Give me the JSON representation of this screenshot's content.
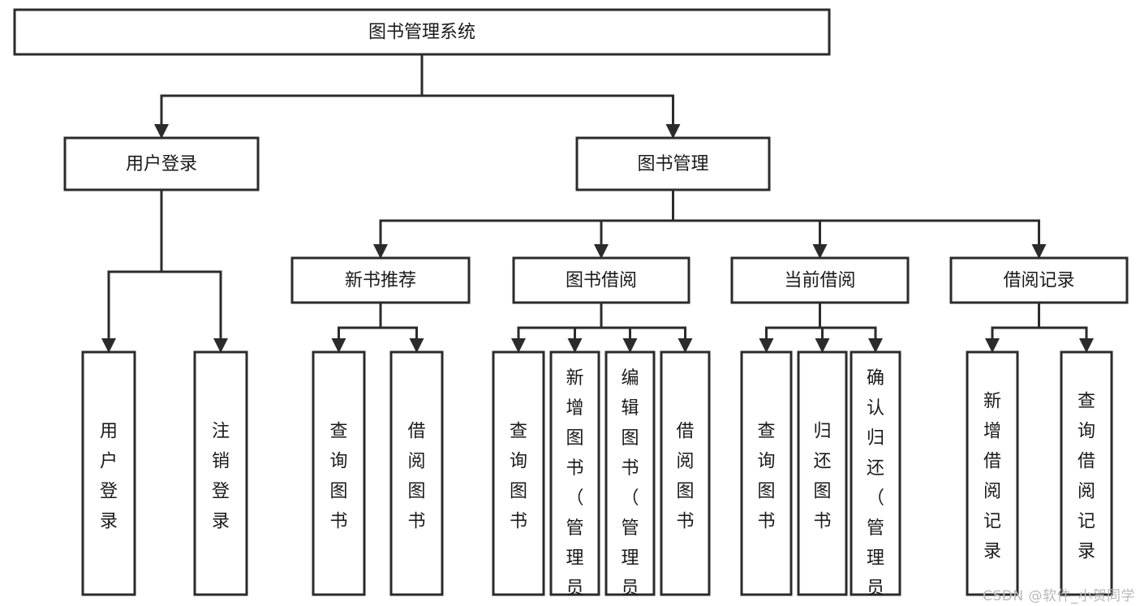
{
  "diagram": {
    "title": "图书管理系统",
    "type": "tree",
    "watermark": "CSDN @软件_小贺同学",
    "colors": {
      "stroke": "#2b2b2b",
      "fill": "#ffffff",
      "text": "#1a1a1a",
      "watermark": "#b9b9b9"
    },
    "nodes": {
      "root": {
        "label": "图书管理系统",
        "orientation": "horizontal"
      },
      "level2": [
        {
          "id": "user-login",
          "label": "用户登录",
          "orientation": "horizontal"
        },
        {
          "id": "book-manage",
          "label": "图书管理",
          "orientation": "horizontal"
        }
      ],
      "level3": [
        {
          "id": "new-book-recommend",
          "label": "新书推荐",
          "orientation": "horizontal"
        },
        {
          "id": "book-borrow",
          "label": "图书借阅",
          "orientation": "horizontal"
        },
        {
          "id": "current-borrow",
          "label": "当前借阅",
          "orientation": "horizontal"
        },
        {
          "id": "borrow-record",
          "label": "借阅记录",
          "orientation": "horizontal"
        }
      ],
      "leaves": {
        "user-login": [
          {
            "id": "leaf-user-login",
            "label": "用户登录",
            "orientation": "vertical"
          },
          {
            "id": "leaf-logout",
            "label": "注销登录",
            "orientation": "vertical"
          }
        ],
        "new-book-recommend": [
          {
            "id": "leaf-query-book-1",
            "label": "查询图书",
            "orientation": "vertical"
          },
          {
            "id": "leaf-borrow-book-1",
            "label": "借阅图书",
            "orientation": "vertical"
          }
        ],
        "book-borrow": [
          {
            "id": "leaf-query-book-2",
            "label": "查询图书",
            "orientation": "vertical"
          },
          {
            "id": "leaf-add-book",
            "label": "新增图书（管理员）",
            "orientation": "vertical"
          },
          {
            "id": "leaf-edit-book",
            "label": "编辑图书（管理员）",
            "orientation": "vertical"
          },
          {
            "id": "leaf-borrow-book-2",
            "label": "借阅图书",
            "orientation": "vertical"
          }
        ],
        "current-borrow": [
          {
            "id": "leaf-query-book-3",
            "label": "查询图书",
            "orientation": "vertical"
          },
          {
            "id": "leaf-return-book",
            "label": "归还图书",
            "orientation": "vertical"
          },
          {
            "id": "leaf-confirm-return",
            "label": "确认归还（管理员）",
            "orientation": "vertical"
          }
        ],
        "borrow-record": [
          {
            "id": "leaf-add-record",
            "label": "新增借阅记录",
            "orientation": "vertical"
          },
          {
            "id": "leaf-query-record",
            "label": "查询借阅记录",
            "orientation": "vertical"
          }
        ]
      }
    }
  }
}
